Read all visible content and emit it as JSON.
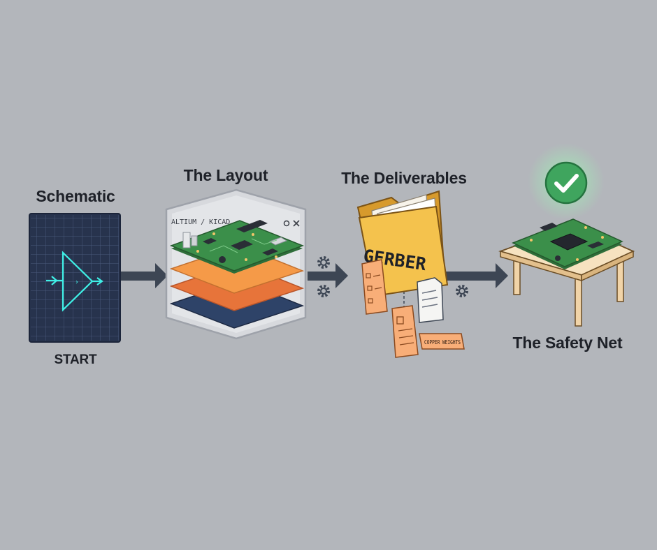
{
  "stages": {
    "schematic": {
      "title": "Schematic",
      "caption": "START"
    },
    "layout": {
      "title": "The Layout",
      "window_title": "ALTIUM / KICAD"
    },
    "deliverables": {
      "title": "The Deliverables",
      "folder_label": "GERBER",
      "tag_label": "COPPER WEIGHTS"
    },
    "safety_net": {
      "title": "The Safety Net"
    }
  },
  "icons": [
    "amplifier-symbol-icon",
    "gear-icon",
    "window-minimize-icon",
    "window-close-icon",
    "folder-icon",
    "document-icon",
    "checkmark-icon"
  ],
  "colors": {
    "background": "#b3b6bb",
    "flow_arrow": "#3d4654",
    "schematic_panel": "#27334d",
    "schematic_line": "#3ff0e6",
    "pcb_green": "#3b8f4a",
    "layer_orange": "#f08a3c",
    "layer_navy": "#2e4368",
    "folder_yellow": "#f4c24d",
    "doc_peach": "#f8ae78",
    "check_green": "#3fa55e",
    "table_wood": "#f1d4a8"
  }
}
